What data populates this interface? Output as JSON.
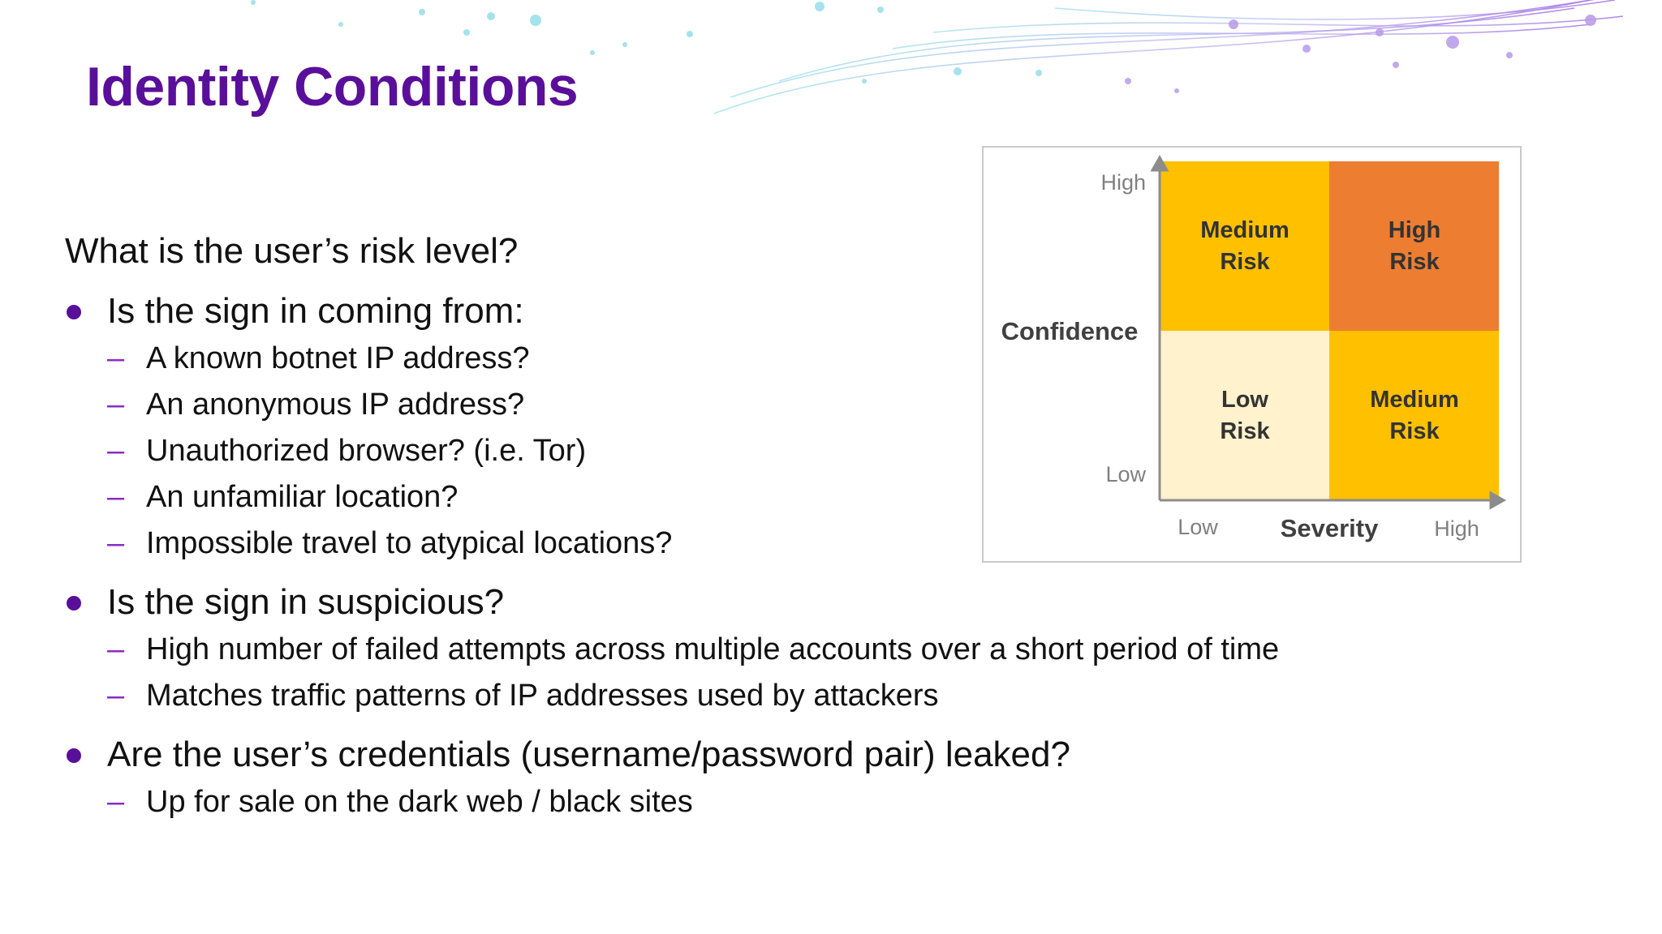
{
  "slide": {
    "title": "Identity Conditions",
    "question": "What is the user’s risk level?",
    "bullets": [
      {
        "text": "Is the sign in coming from:",
        "subs": [
          "A known botnet IP address?",
          "An anonymous IP address?",
          "Unauthorized browser? (i.e. Tor)",
          "An unfamiliar location?",
          "Impossible travel to atypical locations?"
        ]
      },
      {
        "text": "Is the sign in suspicious?",
        "subs": [
          "High number of failed attempts across multiple accounts over a short period of time",
          "Matches traffic patterns of IP addresses used by attackers"
        ]
      },
      {
        "text": "Are the user’s credentials (username/password pair) leaked?",
        "subs": [
          "Up for sale on the dark web / black sites"
        ]
      }
    ],
    "dash_glyph": "–"
  },
  "matrix": {
    "y_axis": {
      "label": "Confidence",
      "high": "High",
      "low": "Low"
    },
    "x_axis": {
      "label": "Severity",
      "high": "High",
      "low": "Low"
    },
    "cells": {
      "top_left": {
        "line1": "Medium",
        "line2": "Risk",
        "color": "#ffc000"
      },
      "top_right": {
        "line1": "High",
        "line2": "Risk",
        "color": "#ed7d31"
      },
      "bottom_left": {
        "line1": "Low",
        "line2": "Risk",
        "color": "#fff2cc"
      },
      "bottom_right": {
        "line1": "Medium",
        "line2": "Risk",
        "color": "#ffc000"
      }
    }
  },
  "colors": {
    "title": "#5a0f9a",
    "bullet": "#5a0f9a",
    "dash": "#8a2bc8",
    "cell_text": "#333333",
    "axis_text": "#808080"
  }
}
